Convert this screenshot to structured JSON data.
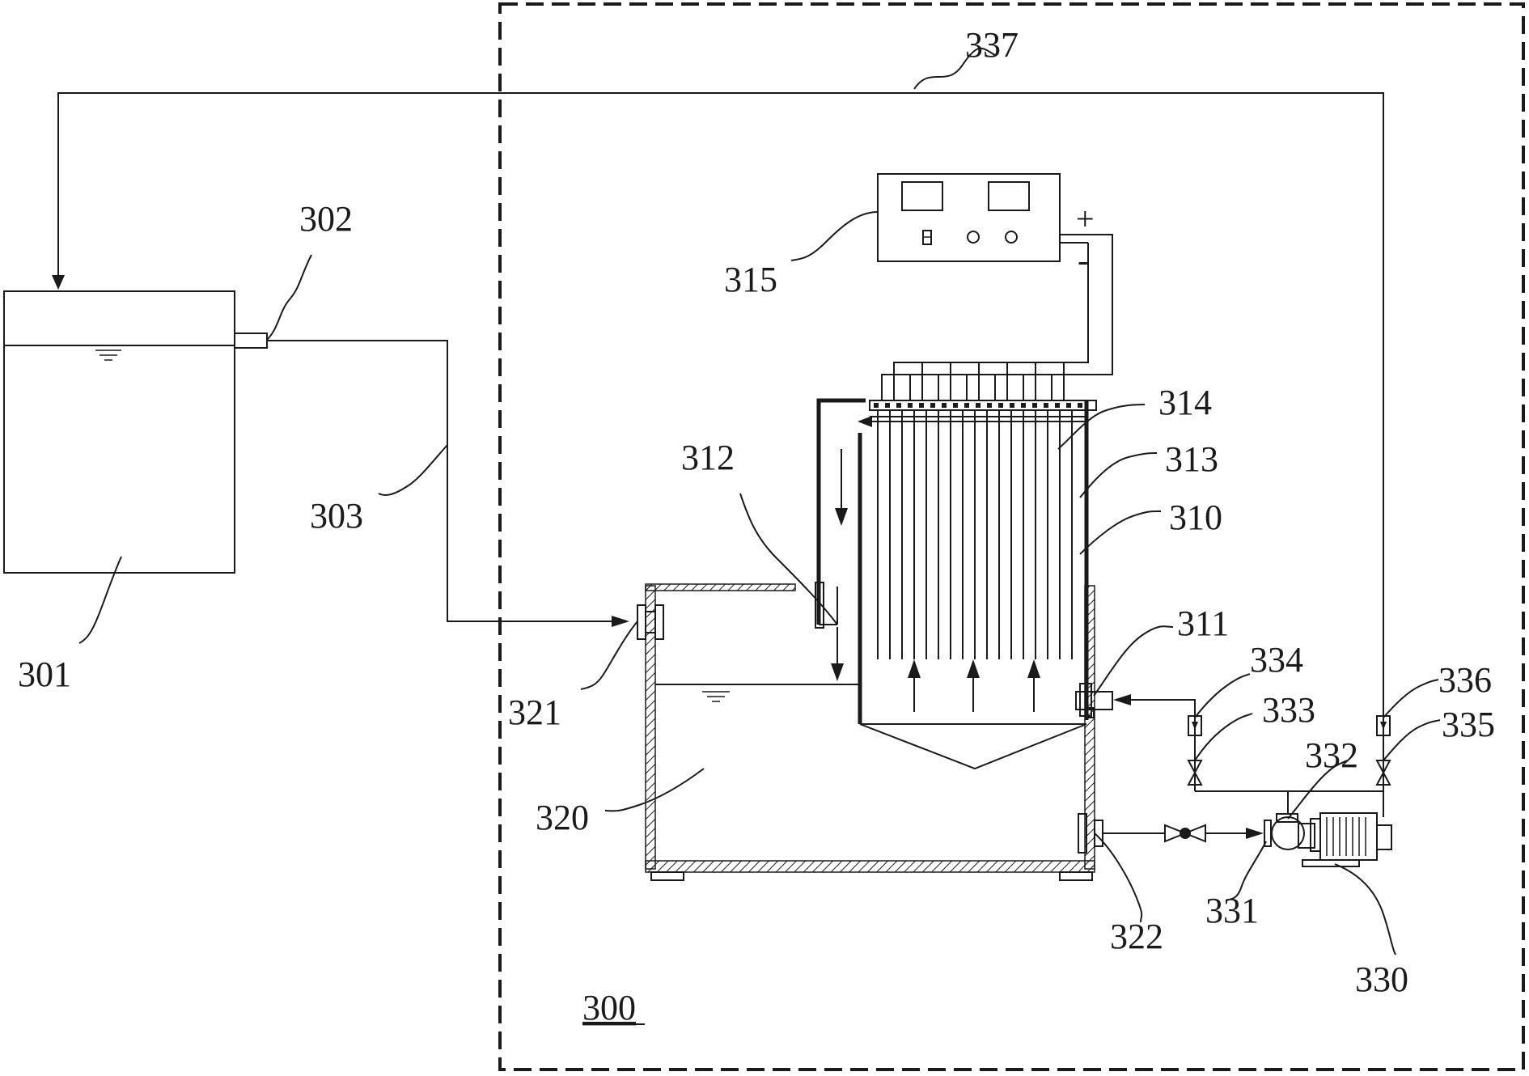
{
  "labels": {
    "l300": "300",
    "l301": "301",
    "l302": "302",
    "l303": "303",
    "l310": "310",
    "l311": "311",
    "l312": "312",
    "l313": "313",
    "l314": "314",
    "l315": "315",
    "l320": "320",
    "l321": "321",
    "l322": "322",
    "l330": "330",
    "l331": "331",
    "l332": "332",
    "l333": "333",
    "l334": "334",
    "l335": "335",
    "l336": "336",
    "l337": "337"
  },
  "power_supply": {
    "plus": "+",
    "minus": "-"
  }
}
